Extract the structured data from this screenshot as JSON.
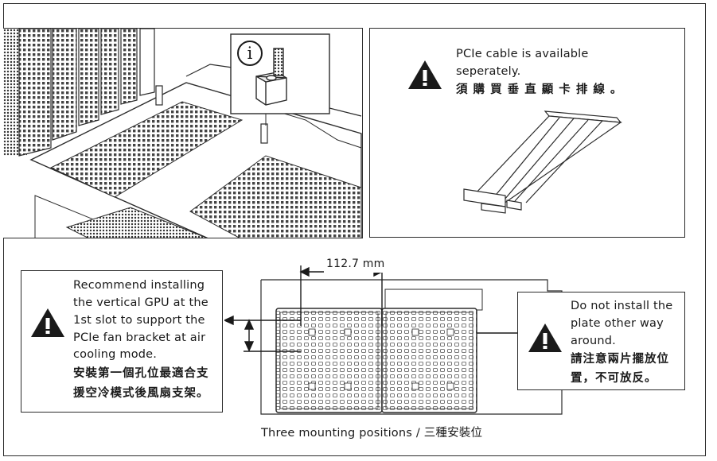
{
  "pcie_note": {
    "en_line1": "PCIe cable is available",
    "en_line2": "seperately.",
    "zh": "須 購 買 垂 直 顯 卡 排 線 。"
  },
  "info_symbol": "i",
  "dimension_label": "112.7 mm",
  "left_note": {
    "en_lines": [
      "Recommend installing",
      "the vertical GPU at the",
      "1st slot to support the",
      "PCIe fan bracket at air",
      "cooling mode."
    ],
    "zh_lines": [
      "安裝第一個孔位最適合支",
      "援空冷模式後風扇支架。"
    ]
  },
  "right_note": {
    "en_lines": [
      "Do not install the",
      "plate other way",
      "around."
    ],
    "zh_lines": [
      "請注意兩片擺放位",
      "置，不可放反。"
    ]
  },
  "caption": "Three mounting positions / 三種安裝位",
  "colors": {
    "line": "#2b2b2b",
    "warning": "#1a1a1a"
  },
  "icons": [
    "warning-triangle-icon",
    "info-circle-icon"
  ]
}
